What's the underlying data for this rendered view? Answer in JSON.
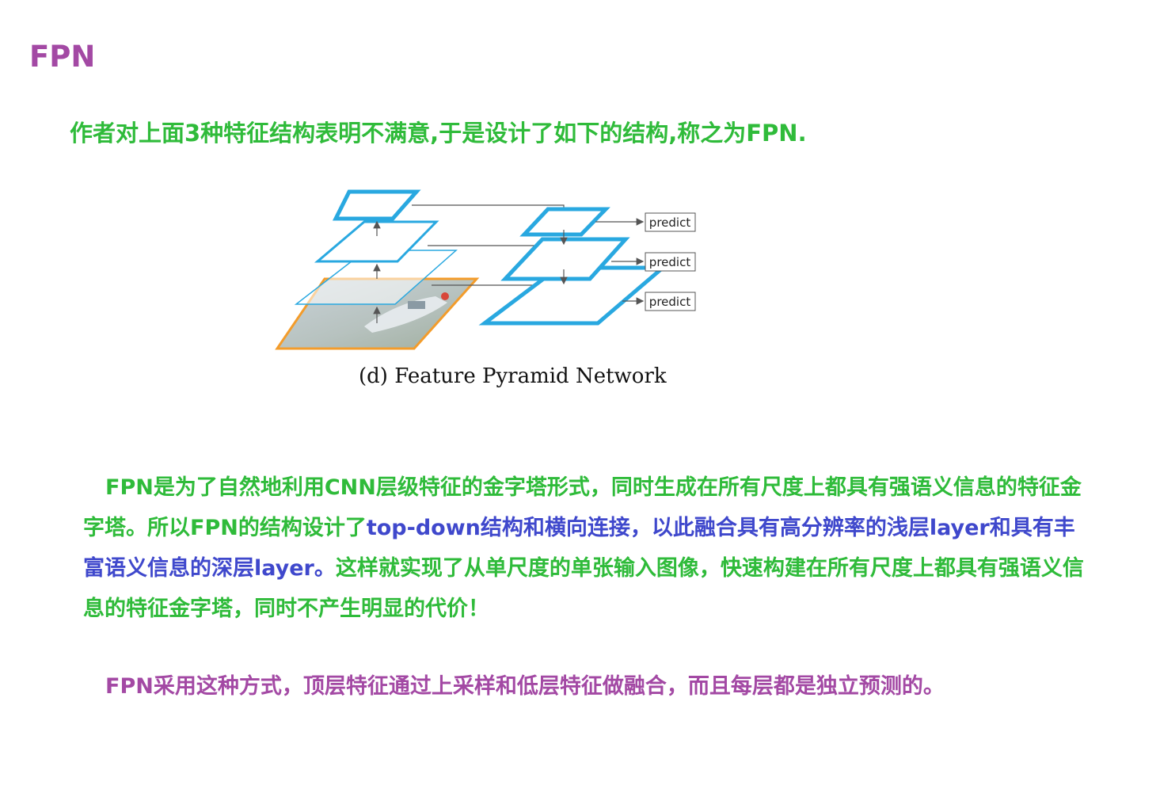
{
  "title": "FPN",
  "intro": "作者对上面3种特征结构表明不满意,于是设计了如下的结构,称之为FPN",
  "intro_suffix": ".",
  "figure": {
    "predict_labels": [
      "predict",
      "predict",
      "predict"
    ],
    "caption": "(d) Feature Pyramid Network",
    "colors": {
      "pyramid": "#29a8e0",
      "bottom_frame": "#f39c2b",
      "arrow": "#555555"
    }
  },
  "paragraph": {
    "part1": "FPN是为了自然地利用CNN层级特征的金字塔形式，同时生成在所有尺度上都具有强语义信息的特征金字塔。所以FPN的结构设计了",
    "part2": "top-down结构和横向连接，以此融合具有高分辨率的浅层layer和具有丰富语义信息的深层layer。",
    "part3": "这样就实现了从单尺度的单张输入图像，快速构建在所有尺度上都具有强语义信息的特征金字塔，同时不产生明显的代价！"
  },
  "closing": "FPN采用这种方式，顶层特征通过上采样和低层特征做融合，而且每层都是独立预测的。",
  "colors": {
    "title": "#a349a4",
    "green_text": "#2fbb3a",
    "blue_text": "#3f48cc",
    "purple_text": "#a349a4"
  }
}
